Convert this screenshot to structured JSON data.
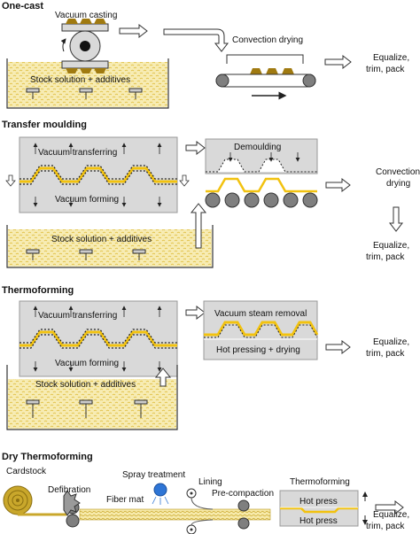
{
  "sections": {
    "one_cast": {
      "title": "One-cast",
      "vacuum_casting": "Vacuum casting",
      "stock_solution": "Stock solution + additives",
      "convection_drying": "Convection drying",
      "equalize": [
        "Equalize,",
        "trim, pack"
      ]
    },
    "transfer_moulding": {
      "title": "Transfer moulding",
      "vacuum_transferring": "Vacuum transferring",
      "vacuum_forming": "Vacuum forming",
      "stock_solution": "Stock solution + additives",
      "demoulding": "Demoulding",
      "convection": "Convection",
      "drying": "drying",
      "equalize": [
        "Equalize,",
        "trim, pack"
      ]
    },
    "thermoforming": {
      "title": "Thermoforming",
      "vacuum_transferring": "Vacuum transferring",
      "vacuum_forming": "Vacuum forming",
      "stock_solution": "Stock solution + additives",
      "vacuum_steam_removal": "Vacuum steam removal",
      "hot_pressing": "Hot pressing + drying",
      "equalize": [
        "Equalize,",
        "trim, pack"
      ]
    },
    "dry_thermoforming": {
      "title": "Dry Thermoforming",
      "cardstock": "Cardstock",
      "defibration": "Defibration",
      "spray_treatment": "Spray treatment",
      "fiber_mat": "Fiber mat",
      "lining": "Lining",
      "pre_compaction": "Pre-compaction",
      "thermoforming": "Thermoforming",
      "hot_press": "Hot press",
      "equalize": [
        "Equalize,",
        "trim, pack"
      ]
    }
  },
  "colors": {
    "pulp": "#f7ecb4",
    "pulp_dots": "#e2c24a",
    "mold_gray": "#d9d9d9",
    "fiber_yellow": "#f2c20f",
    "roller": "#7f7f7f",
    "spray_blue": "#2e75d6",
    "product_brown": "#a07a10"
  }
}
